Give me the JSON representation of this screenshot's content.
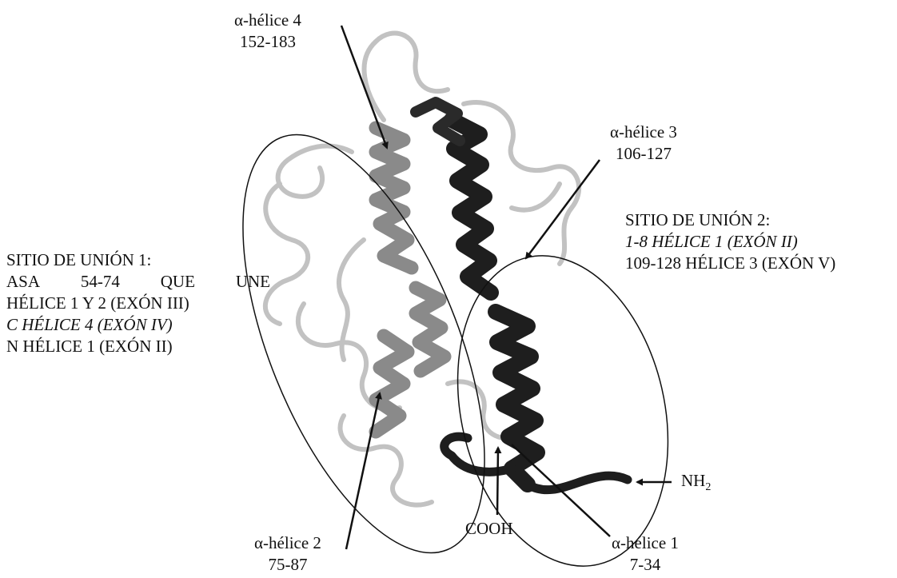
{
  "labels": {
    "h4_name": "α-hélice 4",
    "h4_range": "152-183",
    "h3_name": "α-hélice 3",
    "h3_range": "106-127",
    "h2_name": "α-hélice 2",
    "h2_range": "75-87",
    "h1_name": "α-hélice 1",
    "h1_range": "7-34",
    "cooh": "COOH",
    "nh2_base": "NH",
    "nh2_sub": "2"
  },
  "site1": {
    "title": "SITIO DE UNIÓN 1:",
    "asa_words": [
      "ASA",
      "54-74",
      "QUE",
      "UNE"
    ],
    "line2": "HÉLICE 1 Y 2 (EXÓN III)",
    "line3": "C HÉLICE 4 (EXÓN IV)",
    "line4": "N HÉLICE 1 (EXÓN II)"
  },
  "site2": {
    "title": "SITIO DE UNIÓN 2:",
    "line1": "1-8 HÉLICE 1 (EXÓN II)",
    "line2": "109-128 HÉLICE 3 (EXÓN V)"
  }
}
